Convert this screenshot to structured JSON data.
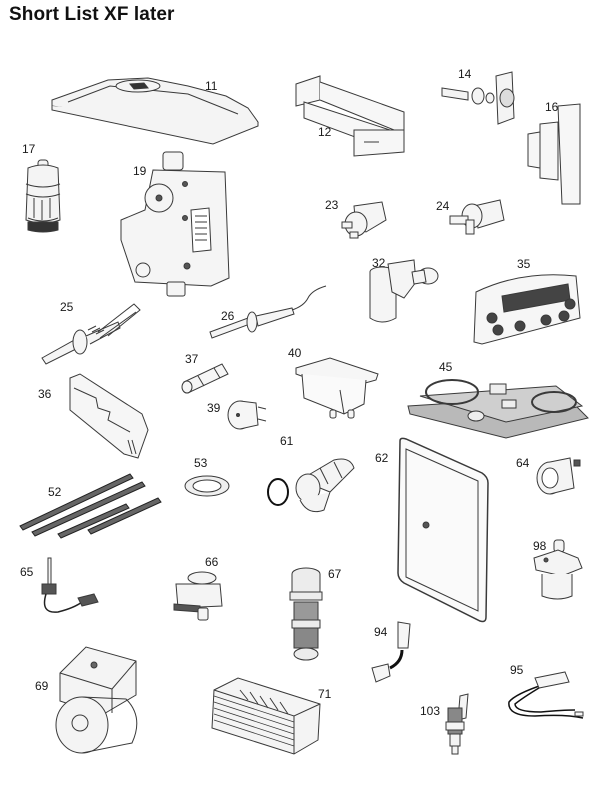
{
  "title": "Short List XF later",
  "colors": {
    "line": "#3a3a3a",
    "fill": "#f4f4f4",
    "dark": "#222222",
    "background": "#ffffff"
  },
  "parts": [
    {
      "number": "11",
      "icon": "heat-exchanger-cover-icon"
    },
    {
      "number": "12",
      "icon": "burner-bracket-icon"
    },
    {
      "number": "14",
      "icon": "valve-fitting-icon"
    },
    {
      "number": "16",
      "icon": "control-box-icon"
    },
    {
      "number": "17",
      "icon": "expansion-cylinder-icon"
    },
    {
      "number": "19",
      "icon": "gas-valve-icon"
    },
    {
      "number": "23",
      "icon": "thermostat-switch-icon"
    },
    {
      "number": "24",
      "icon": "sensor-switch-icon"
    },
    {
      "number": "25",
      "icon": "ignition-electrode-icon"
    },
    {
      "number": "26",
      "icon": "flame-sensor-electrode-icon"
    },
    {
      "number": "32",
      "icon": "pressure-valve-icon"
    },
    {
      "number": "35",
      "icon": "control-display-panel-icon"
    },
    {
      "number": "36",
      "icon": "pcb-cover-icon"
    },
    {
      "number": "37",
      "icon": "fuse-icon"
    },
    {
      "number": "39",
      "icon": "overheat-thermostat-icon"
    },
    {
      "number": "40",
      "icon": "junction-box-icon"
    },
    {
      "number": "45",
      "icon": "gasket-set-icon"
    },
    {
      "number": "52",
      "icon": "seal-strips-icon"
    },
    {
      "number": "53",
      "icon": "flat-washer-icon"
    },
    {
      "number": "61",
      "icon": "elbow-connector-icon"
    },
    {
      "number": "62",
      "icon": "casing-panel-icon"
    },
    {
      "number": "64",
      "icon": "pressure-gauge-icon"
    },
    {
      "number": "65",
      "icon": "temperature-probe-icon"
    },
    {
      "number": "66",
      "icon": "actuator-icon"
    },
    {
      "number": "67",
      "icon": "diverter-cartridge-icon"
    },
    {
      "number": "69",
      "icon": "circulation-pump-icon"
    },
    {
      "number": "71",
      "icon": "plate-heat-exchanger-icon"
    },
    {
      "number": "94",
      "icon": "ignition-lead-icon"
    },
    {
      "number": "95",
      "icon": "sensor-cable-icon"
    },
    {
      "number": "98",
      "icon": "air-vent-valve-icon"
    },
    {
      "number": "103",
      "icon": "ntc-sensor-icon"
    }
  ]
}
